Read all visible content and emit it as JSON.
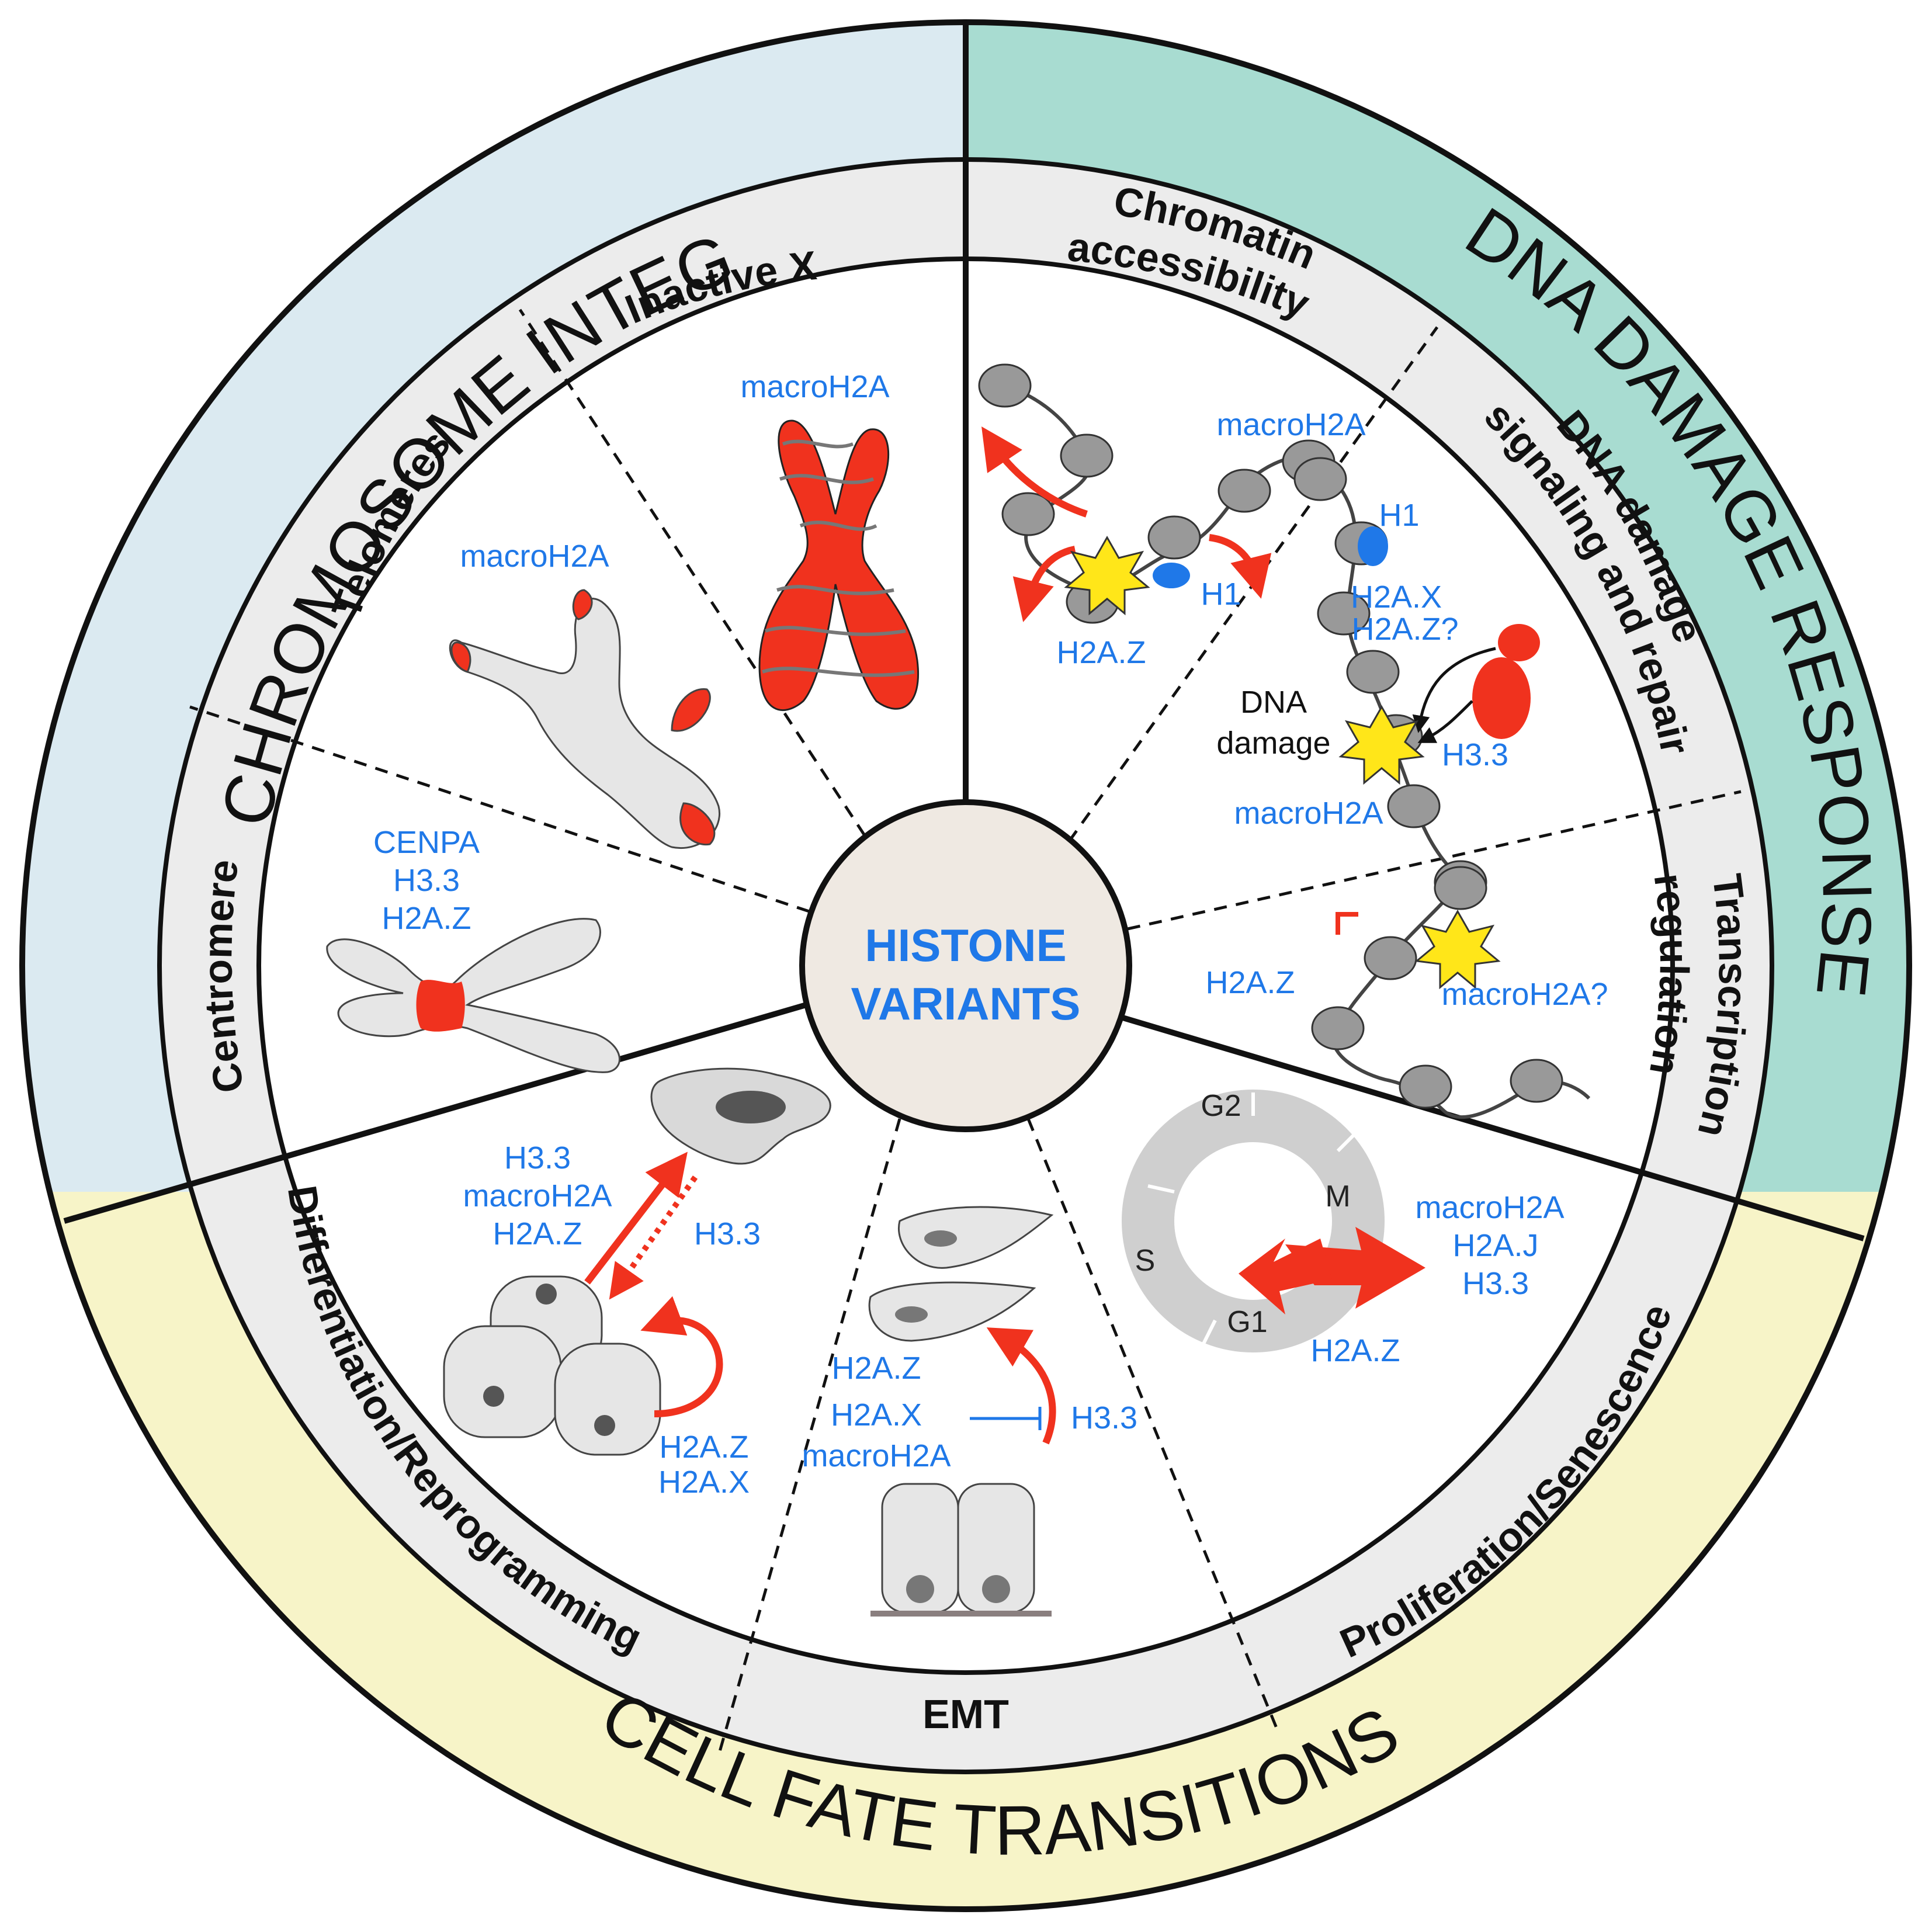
{
  "domains": {
    "chromosome_integrity": "CHROMOSOME INTEGRITY",
    "dna_damage_response": "DNA DAMAGE RESPONSE",
    "cell_fate_transitions": "CELL FATE TRANSITIONS"
  },
  "center": {
    "line1": "HISTONE",
    "line2": "VARIANTS"
  },
  "sectors": {
    "inactive_x": "Inactive X",
    "chromatin_accessibility": [
      "Chromatin",
      "accessibility"
    ],
    "dna_damage_signaling": [
      "DNA damage",
      "signaling and repair"
    ],
    "transcription_regulation": [
      "Transcription",
      "regulation"
    ],
    "proliferation_senescence": "Proliferation/Senescence",
    "emt": "EMT",
    "differentiation_reprogramming": "Differentiation/Reprogramming",
    "centromere": "Centromere",
    "telomeres": "Telomeres"
  },
  "labels": {
    "inactive_x_variant": "macroH2A",
    "telomeres_variant": "macroH2A",
    "centromere_variants": [
      "CENPA",
      "H3.3",
      "H2A.Z"
    ],
    "chromatin_macroH2A": "macroH2A",
    "chromatin_H1": "H1",
    "chromatin_H2AZ": "H2A.Z",
    "dna_H1": "H1",
    "dna_H2AX": "H2A.X",
    "dna_H2AZq": "H2A.Z?",
    "dna_damage_text": [
      "DNA",
      "damage"
    ],
    "dna_H33": "H3.3",
    "dna_macroH2A": "macroH2A",
    "tx_H2AZ": "H2A.Z",
    "tx_macroH2Aq": "macroH2A?",
    "cell_cycle_phases": [
      "G2",
      "M",
      "G1",
      "S"
    ],
    "prolif_variants": [
      "macroH2A",
      "H2A.J",
      "H3.3"
    ],
    "prolif_H2AZ": "H2A.Z",
    "emt_variants": [
      "H2A.Z",
      "H2A.X",
      "macroH2A"
    ],
    "emt_H33": "H3.3",
    "diff_variants": [
      "H3.3",
      "macroH2A",
      "H2A.Z"
    ],
    "diff_H33": "H3.3",
    "diff_self": [
      "H2A.Z",
      "H2A.X"
    ]
  },
  "colors": {
    "chromosome_integrity_bg": "#dbeaf1",
    "dna_damage_bg": "#a8dcd1",
    "cell_fate_bg": "#f7f4c8",
    "sector_ring": "#ececec",
    "center_fill": "#efe9e2",
    "accent_red": "#f0321e",
    "variant_blue": "#1f78e8",
    "damage_star": "#ffe619"
  }
}
